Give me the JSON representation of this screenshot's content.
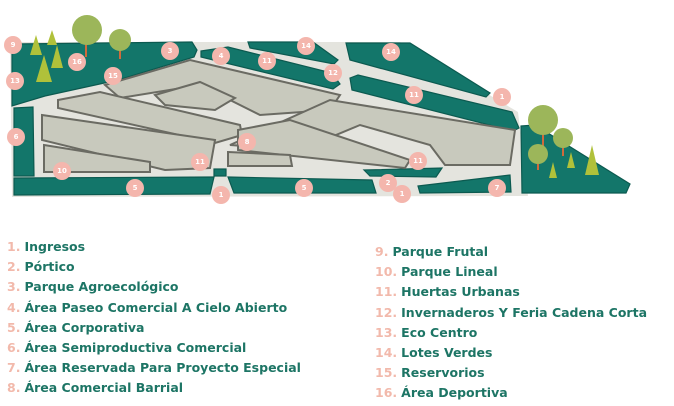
{
  "colors": {
    "zone": "#13766a",
    "block": "#c8c9bd",
    "ground": "#e4e4de",
    "marker": "#f4b6ad",
    "text": "#1d7565",
    "number": "#f2b9ab"
  },
  "markers": [
    "9",
    "16",
    "3",
    "4",
    "14",
    "11",
    "14",
    "13",
    "15",
    "12",
    "11",
    "1",
    "6",
    "8",
    "11",
    "11",
    "10",
    "5",
    "5",
    "2",
    "1",
    "1",
    "7"
  ],
  "legend_left": [
    {
      "num": "1.",
      "label": "Ingresos"
    },
    {
      "num": "2.",
      "label": "Pórtico"
    },
    {
      "num": "3.",
      "label": "Parque Agroecológico"
    },
    {
      "num": "4.",
      "label": "Área Paseo Comercial A Cielo Abierto"
    },
    {
      "num": "5.",
      "label": "Área Corporativa"
    },
    {
      "num": "6.",
      "label": "Área Semiproductiva Comercial"
    },
    {
      "num": "7.",
      "label": "Área Reservada Para Proyecto Especial"
    },
    {
      "num": "8.",
      "label": "Área Comercial Barrial"
    }
  ],
  "legend_right": [
    {
      "num": "9.",
      "label": "Parque Frutal"
    },
    {
      "num": "10.",
      "label": "Parque Lineal"
    },
    {
      "num": "11.",
      "label": "Huertas Urbanas"
    },
    {
      "num": "12.",
      "label": "Invernaderos Y Feria Cadena Corta"
    },
    {
      "num": "13.",
      "label": "Eco Centro"
    },
    {
      "num": "14.",
      "label": "Lotes Verdes"
    },
    {
      "num": "15.",
      "label": "Reservorios"
    },
    {
      "num": "16.",
      "label": "Área Deportiva"
    }
  ]
}
